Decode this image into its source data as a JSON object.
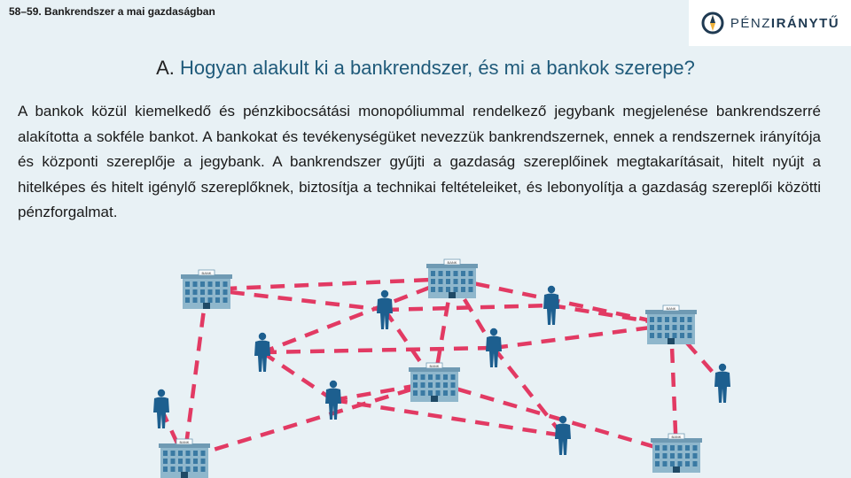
{
  "header": {
    "label": "58–59. Bankrendszer a mai gazdaságban"
  },
  "logo": {
    "prefix": "PÉNZ",
    "suffix": "IRÁNYTŰ",
    "icon": "compass-icon"
  },
  "title": {
    "letter": "A.",
    "text": "Hogyan alakult ki a bankrendszer, és mi a bankok szerepe?"
  },
  "body": {
    "paragraph": "A bankok közül kiemelkedő és pénzkibocsátási monopóliummal rendelkező jegybank megjelenése bankrendszerré alakította a sokféle bankot. A bankokat és tevékenységüket nevezzük bankrendszernek, ennek a rendszernek irányítója és központi szereplője a jegybank. A bankrendszer gyűjti a gazdaság szereplőinek megtakarításait, hitelt nyújt a hitelképes és hitelt igénylő szereplőknek, biztosítja a technikai feltételeiket, és lebonyolítja a gazdaság szereplői közötti pénzforgalmat."
  },
  "illustration": {
    "bank_sign": "BANK",
    "colors": {
      "link": "#e23a63",
      "person": "#1d5f8f",
      "building": "#8fb7cc",
      "window": "#3a7aa3"
    }
  }
}
